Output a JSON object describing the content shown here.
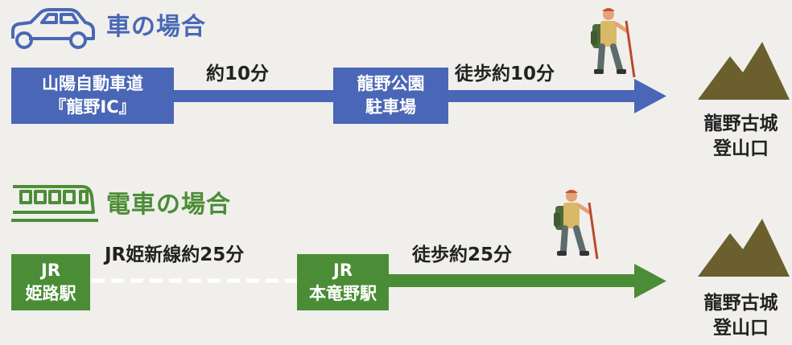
{
  "car_section": {
    "title": "車の場合",
    "start": {
      "line1": "山陽自動車道",
      "line2": "『龍野IC』"
    },
    "leg1": "約10分",
    "middle": {
      "line1": "龍野公園",
      "line2": "駐車場"
    },
    "leg2": "徒歩約10分",
    "destination": {
      "line1": "龍野古城",
      "line2": "登山口"
    }
  },
  "train_section": {
    "title": "電車の場合",
    "start": {
      "line1": "JR",
      "line2": "姫路駅"
    },
    "leg1": "JR姫新線約25分",
    "middle": {
      "line1": "JR",
      "line2": "本竜野駅"
    },
    "leg2": "徒歩約25分",
    "destination": {
      "line1": "龍野古城",
      "line2": "登山口"
    }
  },
  "icons": [
    "car-icon",
    "train-icon",
    "hiker-icon",
    "mountain-icon"
  ],
  "colors": {
    "car_blue": "#4a66b6",
    "train_green": "#4a8d36",
    "mountain": "#6b5f2e",
    "background": "#f1efec"
  }
}
